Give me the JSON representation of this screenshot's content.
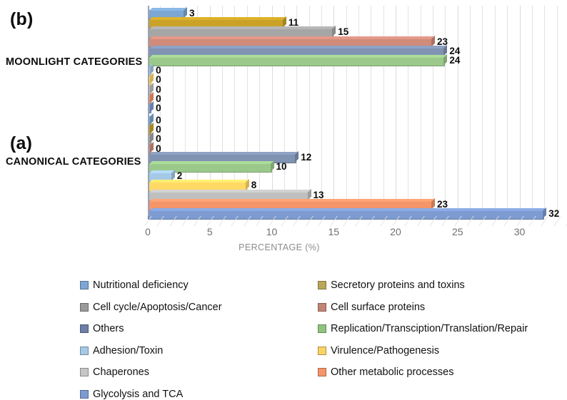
{
  "figure": {
    "groups": [
      {
        "tag": "(b)",
        "name": "MOONLIGHT CATEGORIES"
      },
      {
        "tag": "(a)",
        "name": "CANONICAL CATEGORIES"
      }
    ],
    "xaxis_title": "PERCENTAGE (%)"
  },
  "chart_data": {
    "type": "bar",
    "orientation": "horizontal",
    "title": "",
    "xlabel": "PERCENTAGE (%)",
    "ylabel": "",
    "xlim": [
      0,
      35
    ],
    "xticks": [
      0,
      5,
      10,
      15,
      20,
      25,
      30
    ],
    "grid": true,
    "legend_position": "bottom",
    "categories": [
      "Nutritional deficiency",
      "Secretory proteins and toxins",
      "Cell cycle/Apoptosis/Cancer",
      "Cell surface proteins",
      "Others",
      "Replication/Transciption/Translation/Repair",
      "Adhesion/Toxin",
      "Virulence/Pathogenesis",
      "Chaperones",
      "Other metabolic processes",
      "Glycolysis and TCA"
    ],
    "colors": [
      "#7da7d3",
      "#c9a227",
      "#a6a6a6",
      "#d08b7a",
      "#8193b2",
      "#9bc98b",
      "#a6c9e8",
      "#ffd966",
      "#bfbfbf",
      "#f4956a",
      "#7d9bd1"
    ],
    "series": [
      {
        "name": "(b) MOONLIGHT CATEGORIES",
        "values": [
          3,
          11,
          15,
          23,
          24,
          24,
          0,
          0,
          0,
          0,
          0
        ]
      },
      {
        "name": "(a) CANONICAL CATEGORIES",
        "values": [
          0,
          0,
          0,
          0,
          12,
          10,
          2,
          8,
          13,
          23,
          32
        ]
      }
    ]
  },
  "legend": {
    "items": [
      {
        "label": "Nutritional deficiency",
        "color": "#7da7d3"
      },
      {
        "label": "Secretory proteins and toxins",
        "color": "#b9a758"
      },
      {
        "label": "Cell cycle/Apoptosis/Cancer",
        "color": "#9a9a9a"
      },
      {
        "label": "Cell surface proteins",
        "color": "#c08573"
      },
      {
        "label": "Others",
        "color": "#6d7fa8"
      },
      {
        "label": "Replication/Transciption/Translation/Repair",
        "color": "#8fc47e"
      },
      {
        "label": "Adhesion/Toxin",
        "color": "#a6c9e8"
      },
      {
        "label": "Virulence/Pathogenesis",
        "color": "#fbd266"
      },
      {
        "label": "Chaperones",
        "color": "#c6c6c6"
      },
      {
        "label": "Other metabolic processes",
        "color": "#f4956a"
      },
      {
        "label": "Glycolysis and TCA",
        "color": "#7d9bd1"
      }
    ]
  }
}
